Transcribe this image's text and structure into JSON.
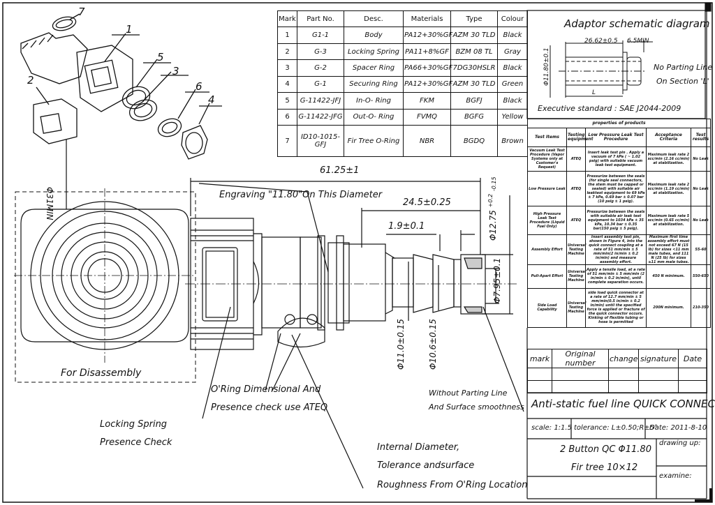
{
  "parts_table": {
    "headers": [
      "Mark",
      "Part No.",
      "Desc.",
      "Materials",
      "Type",
      "Colour"
    ],
    "rows": [
      [
        "1",
        "G1-1",
        "Body",
        "PA12+30%GF",
        "AZM 30 TLD",
        "Black"
      ],
      [
        "2",
        "G-3",
        "Locking Spring",
        "PA11+8%GF",
        "BZM 08 TL",
        "Gray"
      ],
      [
        "3",
        "G-2",
        "Spacer Ring",
        "PA66+30%GF",
        "7DG30HSLR",
        "Black"
      ],
      [
        "4",
        "G-1",
        "Securing Ring",
        "PA12+30%GF",
        "AZM 30 TLD",
        "Green"
      ],
      [
        "5",
        "G-11422-JFJ",
        "In-O- Ring",
        "FKM",
        "BGFJ",
        "Black"
      ],
      [
        "6",
        "G-11422-JFG",
        "Out-O- Ring",
        "FVMQ",
        "BGFG",
        "Yellow"
      ],
      [
        "7",
        "ID10-1015-GFJ",
        "Fir Tree O-Ring",
        "NBR",
        "BGDQ",
        "Brown"
      ]
    ]
  },
  "adaptor": {
    "title": "Adaptor schematic diagram",
    "dim_length": "26.62±0.5",
    "dim_min": "6.5MIN",
    "dim_diameter": "Φ11.80±0.1",
    "dim_l": "L",
    "note_line1": "No Parting Line",
    "note_line2": "On Section 'L'",
    "standard": "Executive standard : SAE J2044-2009"
  },
  "properties": {
    "title": "properties of products",
    "headers": [
      "Test Items",
      "Testing equipment",
      "Low Pressure Leak Test Procedure",
      "Acceptance Criteria",
      "Test results"
    ],
    "rows": [
      [
        "Vacuum Leak Test Procedure (Vapor Systems only at Customer's Request)",
        "ATEQ",
        "Insert leak test pin . Apply a vacuum of 7 kPa ( ~ 1.02 psig) with suitable vacuum leak test equipment.",
        "Maximum leak rate 2 scc/min (2.16 cc/min) at stabilization.",
        "No Leak"
      ],
      [
        "Low Pressure Leak",
        "ATEQ",
        "Pressurize between the seals (for single seal connectors, the stem must be capped or sealed) with suitable air leaktest equipment to 69 kPa ± 7 kPa, 0.69 bar ± 0.07 bar (10 psig ± 1 psig).",
        "Maximum leak rate 2 scc/min (1.19 cc/min) at stabilization.",
        "No Leak"
      ],
      [
        "High Pressure Leak Test Procedure (Liquid Fuel Only)",
        "ATEQ",
        "Pressurize between the seals with suitable air leak test equipment to 1034 kPa ± 35 kPa, 10.34 bar ± 0.35 bar(150 psig ± 5 psig).",
        "Maximum leak rate 5 scc/min (0.65 cc/min) at stabilization.",
        "No Leak"
      ],
      [
        "Assembly Effort",
        "Universal Testing Machine",
        "Insert assembly test pin, shown in Figure 4, into the quick connect coupling at a rate of 51 mm/min ± 5 mm/min(2 in/min ± 0.2 in/min) and measure assembly effort.",
        "Maximum first time assembly effort must not exceed 67 N (15 lb) for sizes <11 mm male tubes, and 111 N (25 lb) for sizes ≥11 mm male tubes.",
        "55-60"
      ],
      [
        "Pull-Apart Effort",
        "Universal Testing Machine",
        "Apply a tensile load, at a rate of 51 mm/min ± 5 mm/min (2 in/min ± 0.2 in/min), until complete separation occurs.",
        "450 N minimum.",
        "550-650"
      ],
      [
        "Side Load Capability",
        "Universal Testing Machine",
        "side load quick connector at a rate of 12.7 mm/min ± 5 mm/min(0.5 in/min ± 0.2 in/min) until the specified force is applied or fracture of the quick connector occurs. Kinking of flexible tubing or hose is permitted",
        "200N minimum.",
        "210-350"
      ]
    ]
  },
  "revision": {
    "headers": [
      "mark",
      "Original number",
      "change",
      "signature",
      "Date"
    ]
  },
  "title_block": {
    "product_title": "Anti-static fuel line QUICK CONNECTOR",
    "scale": "scale: 1:1.5",
    "tolerance": "tolerance: L±0.50;R±5°",
    "date": "Date: 2011-8-10",
    "name_line1": "2 Button QC Φ11.80",
    "name_line2": "Fir tree 10×12",
    "drawing_up": "drawing up:",
    "examine": "examine:"
  },
  "drawing": {
    "balloons": [
      "1",
      "2",
      "3",
      "4",
      "5",
      "6",
      "7"
    ],
    "front_view_dim": "Φ31MIN",
    "front_view_caption": "For Disassembly",
    "dim_overall": "61.25±1",
    "engraving_note": "Engraving \"11.80\"On This Diameter",
    "dim_stem": "24.5±0.25",
    "dim_groove": "1.9±0.1",
    "dim_od_main": "Φ12.75",
    "dim_od_tol_upper": "+0.2",
    "dim_od_tol_lower": "-0.15",
    "dim_id": "Φ7.95±0.1",
    "dim_barb1": "Φ11.0±0.15",
    "dim_barb2": "Φ10.6±0.15",
    "note_oring_1": "O'Ring Dimensional And",
    "note_oring_2": "Presence check use ATEQ",
    "note_spring_1": "Locking Spring",
    "note_spring_2": "Presence Check",
    "note_id_1": "Internal Diameter,",
    "note_id_2": "Tolerance andsurface",
    "note_id_3": "Roughness From O'Ring Location",
    "note_parting_1": "Without Parting Line",
    "note_parting_2": "And Surface smoothness"
  }
}
